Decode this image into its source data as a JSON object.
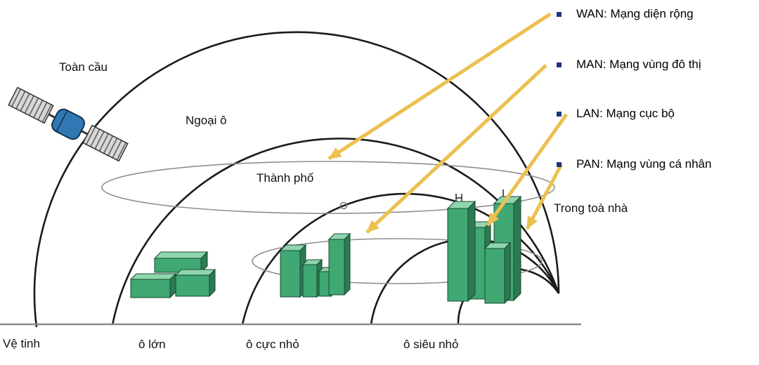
{
  "labels": {
    "global": "Toàn cầu",
    "suburb": "Ngoại ô",
    "city": "Thành phố",
    "in_building": "Trong toà nhà"
  },
  "axis_labels": {
    "satellite": "Vệ tinh",
    "large_cell": "ô lớn",
    "tiny_cell": "ô cực nhỏ",
    "micro_cell": "ô siêu nhỏ"
  },
  "legend": {
    "items": [
      {
        "label": "WAN: Mạng diện rộng"
      },
      {
        "label": "MAN: Mạng vùng đô thị"
      },
      {
        "label": "LAN: Mạng cục bộ"
      },
      {
        "label": "PAN: Mạng vùng cá nhân"
      }
    ]
  },
  "colors": {
    "arrow": "#ecc04f",
    "legend_bullet": "#20357e",
    "arc": "#1a1a1a",
    "coverage_ellipse": "#8f8f8f",
    "building_front": "#3fa873",
    "building_top": "#8fd6ae",
    "building_side": "#2c7a52",
    "satellite_body": "#2f78b4",
    "ground_line": "#8a8a8a"
  }
}
